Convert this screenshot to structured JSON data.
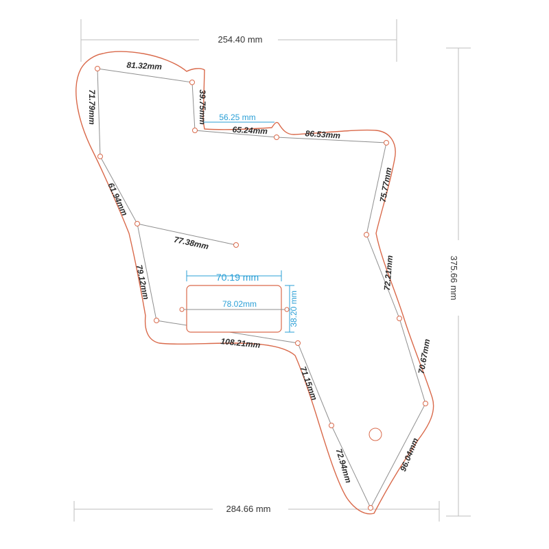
{
  "dimensions": {
    "top_width": "254.40 mm",
    "bottom_width": "284.66 mm",
    "height": "375.66 mm"
  },
  "pickup": {
    "width": "70.19 mm",
    "height": "38.20 mm",
    "hole_spacing": "78.02mm"
  },
  "neck_pocket": {
    "width": "56.25 mm"
  },
  "edges": [
    "81.32mm",
    "39.75mm",
    "65.24mm",
    "86.53mm",
    "71.79mm",
    "61.94mm",
    "77.38mm",
    "79.12mm",
    "108.21mm",
    "71.15mm",
    "72.94mm",
    "75.77mm",
    "72.21mm",
    "70.67mm",
    "96.04mm"
  ],
  "colors": {
    "outline": "#d9694a",
    "measure": "#8e8e8e",
    "accent_blue": "#2a9fd6"
  }
}
